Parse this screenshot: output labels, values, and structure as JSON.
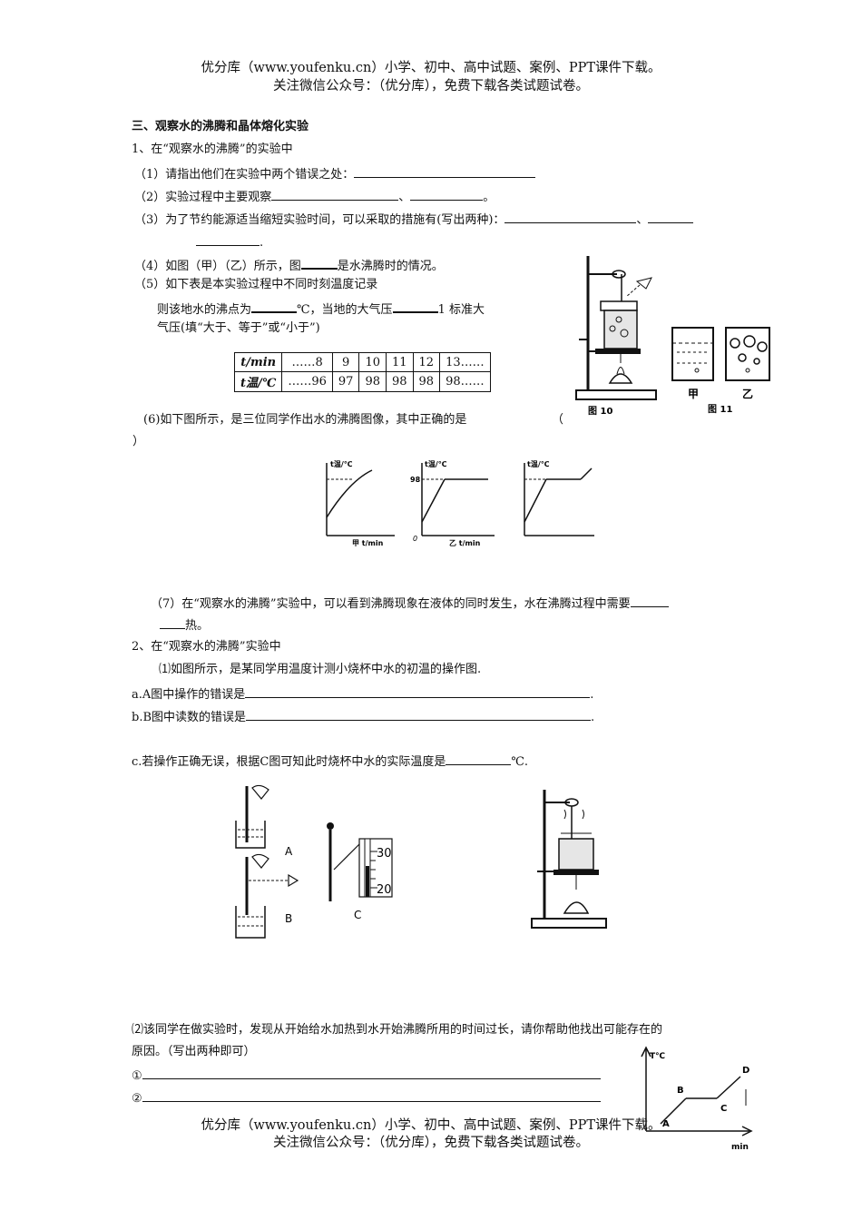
{
  "header": {
    "line1": "优分库（www.youfenku.cn）小学、初中、高中试题、案例、PPT课件下载。",
    "line2": "关注微信公众号：（优分库），免费下载各类试题试卷。"
  },
  "footer": {
    "line1": "优分库（www.youfenku.cn）小学、初中、高中试题、案例、PPT课件下载。",
    "line2": "关注微信公众号：（优分库），免费下载各类试题试卷。"
  },
  "section_title": "三、观察水的沸腾和晶体熔化实验",
  "q1": {
    "title": "1、在“观察水的沸腾”的实验中",
    "p1": "（1）请指出他们在实验中两个错误之处：",
    "p2a": "（2）实验过程中主要观察",
    "p2b": "、",
    "p2c": "。",
    "p3": "（3）为了节约能源适当缩短实验时间，可以采取的措施有(写出两种)：",
    "p3b": "、",
    "p3end": ".",
    "p4a": "（4）如图（甲）（乙）所示，图",
    "p4b": "是水沸腾时的情况。",
    "p5": "（5）如下表是本实验过程中不同时刻温度记录",
    "p5a": "则该地水的沸点为",
    "p5b": "℃，当地的大气压",
    "p5c": "1 标准大",
    "p5d": "气压(填“大于、等于”或“小于”)",
    "table_row1": [
      "t/min",
      "……8",
      "9",
      "10",
      "11",
      "12",
      "13……"
    ],
    "table_row2": [
      "t温/℃",
      "……96",
      "97",
      "98",
      "98",
      "98",
      "98……"
    ],
    "p6": "(6)如下图所示，是三位同学作出水的沸腾图像，其中正确的是",
    "p6b": "（",
    "p6c": "）",
    "p7": "（7）在“观察水的沸腾”实验中，可以看到沸腾现象在液体的同时发生，水在沸腾过程中需要",
    "p7b": "热。"
  },
  "q2": {
    "title": "2、在“观察水的沸腾”实验中",
    "p1": "⑴如图所示，是某同学用温度计测小烧杯中水的初温的操作图.",
    "pa": "a.A图中操作的错误是",
    "pb": "b.B图中读数的错误是",
    "pc": "c.若操作正确无误，根据C图可知此时烧杯中水的实际温度是",
    "pc_unit": "℃.",
    "dot": ".",
    "p2": "⑵该同学在做实验时，发现从开始给水加热到水开始沸腾所用的时间过长，请你帮助他找出可能存在的",
    "p2b": "原因。（写出两种即可）",
    "c1": "①",
    "c2": "②"
  },
  "figures": {
    "fig10_caption": "图 10",
    "fig11_caption": "图 11",
    "jia": "甲",
    "yi": "乙",
    "graph_ylabel": "t温/℃",
    "graph1_xlabel": "甲    t/min",
    "graph2_xlabel": "乙    t/min",
    "graph2_98": "98",
    "graph2_origin": "0",
    "label_A": "A",
    "label_B": "B",
    "label_C": "C",
    "scale_30": "30",
    "scale_20": "20",
    "melt_ylabel": "T℃",
    "melt_xlabel": "min",
    "melt_A": "A",
    "melt_B": "B",
    "melt_C": "C",
    "melt_D": "D"
  }
}
